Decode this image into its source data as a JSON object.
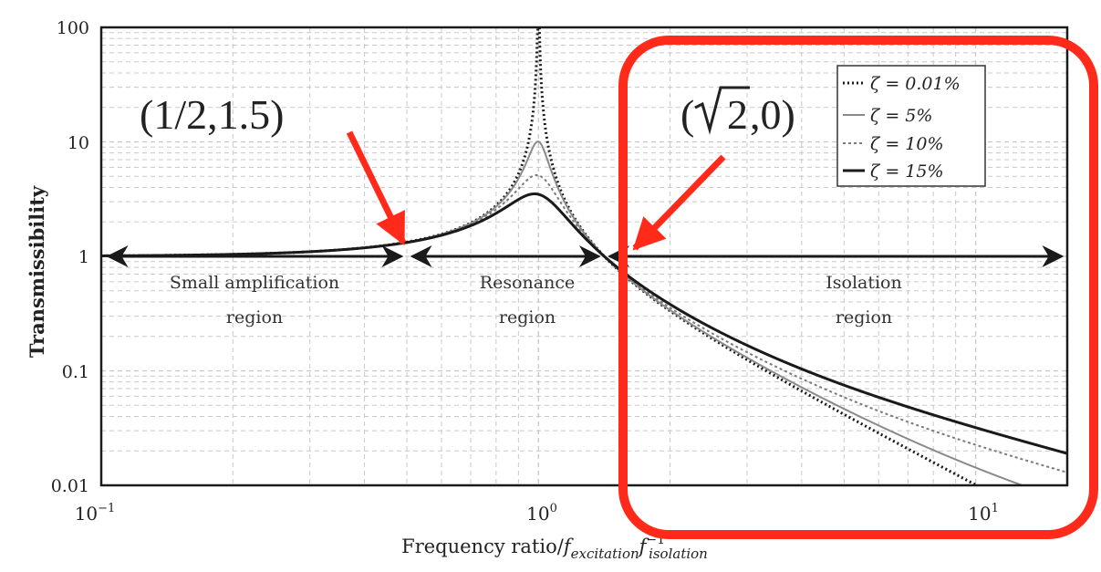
{
  "chart_data": {
    "type": "line",
    "title": "",
    "xlabel": "Frequency ratio/",
    "xlabel_sub_1": "excitation",
    "xlabel_sub_2": "isolation",
    "xlabel_sup_2": "−1",
    "ylabel": "Transmissibility",
    "x_scale": "log",
    "y_scale": "log",
    "xlim": [
      0.1,
      16.2
    ],
    "ylim": [
      0.01,
      100
    ],
    "grid": true,
    "x_ticks": [
      {
        "value": 0.1,
        "label": "10",
        "exp": "−1"
      },
      {
        "value": 1,
        "label": "10",
        "exp": "0"
      },
      {
        "value": 10,
        "label": "10",
        "exp": "1"
      }
    ],
    "y_ticks": [
      {
        "value": 100,
        "label": "100"
      },
      {
        "value": 10,
        "label": "10"
      },
      {
        "value": 1,
        "label": "1"
      },
      {
        "value": 0.1,
        "label": "0.1"
      },
      {
        "value": 0.01,
        "label": "0.01"
      }
    ],
    "series": [
      {
        "name": "ζ = 0.01%",
        "zeta": 0.0001,
        "style": "dotted",
        "color": "#1a1a1a"
      },
      {
        "name": "ζ = 5%",
        "zeta": 0.05,
        "style": "solid",
        "color": "#8a8a8a"
      },
      {
        "name": "ζ = 10%",
        "zeta": 0.1,
        "style": "dashed",
        "color": "#7a7a7a"
      },
      {
        "name": "ζ = 15%",
        "zeta": 0.15,
        "style": "solid",
        "color": "#1a1a1a"
      }
    ],
    "legend_position": "top-right",
    "regions": [
      {
        "line1": "Small amplification",
        "line2": "region",
        "from": 0.1,
        "to": 0.5
      },
      {
        "line1": "Resonance",
        "line2": "region",
        "from": 0.5,
        "to": 1.41421
      },
      {
        "line1": "Isolation",
        "line2": "region",
        "from": 1.41421,
        "to": 16.2
      }
    ],
    "annotations": [
      {
        "text": "(1/2,1.5)",
        "x": 0.5,
        "y": 1.0
      },
      {
        "text_open": "(",
        "text_sqrt_arg": "2",
        "text_close": ",0)",
        "x": 1.41421,
        "y": 1.0
      }
    ]
  },
  "colors": {
    "highlight": "#ff2a1a",
    "grid": "#c8c8c8",
    "axis": "#1a1a1a"
  }
}
